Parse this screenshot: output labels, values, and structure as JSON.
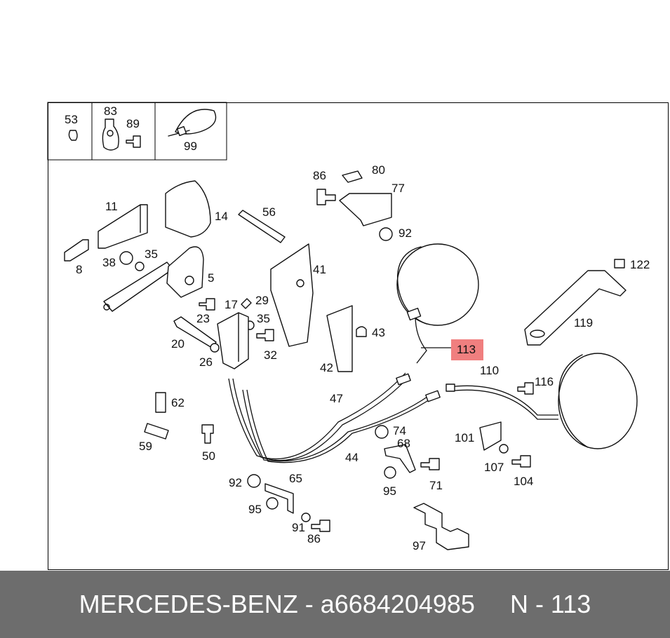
{
  "callouts": {
    "c53": "53",
    "c83": "83",
    "c89": "89",
    "c99": "99",
    "c11": "11",
    "c14": "14",
    "c56": "56",
    "c86a": "86",
    "c80": "80",
    "c77": "77",
    "c92a": "92",
    "c8": "8",
    "c38": "38",
    "c35a": "35",
    "c5": "5",
    "c41": "41",
    "c122": "122",
    "c17": "17",
    "c29": "29",
    "c23": "23",
    "c35b": "35",
    "c20": "20",
    "c32": "32",
    "c26": "26",
    "c43": "43",
    "c42": "42",
    "c113": "113",
    "c119": "119",
    "c110": "110",
    "c116": "116",
    "c62": "62",
    "c47": "47",
    "c59": "59",
    "c50": "50",
    "c74": "74",
    "c68": "68",
    "c101": "101",
    "c44": "44",
    "c107": "107",
    "c104": "104",
    "c92b": "92",
    "c65": "65",
    "c95a": "95",
    "c71": "71",
    "c95b": "95",
    "c91": "91",
    "c86b": "86",
    "c97": "97"
  },
  "highlight": {
    "part": "113",
    "color": "#f07f7f"
  },
  "footer": {
    "text": "MERCEDES-BENZ - a6684204985     N - 113"
  },
  "colors": {
    "footer_bg": "#6d6d6d",
    "footer_text": "#ffffff"
  }
}
